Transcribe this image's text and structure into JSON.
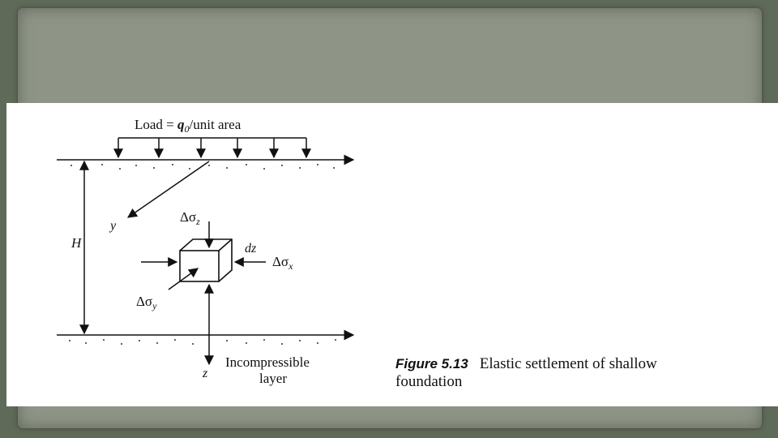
{
  "figure": {
    "load_prefix": "Load = ",
    "load_symbol": "q",
    "load_subscript": "0",
    "load_suffix": "/unit area",
    "label_H": "H",
    "label_y": "y",
    "label_z": "z",
    "label_dz": "dz",
    "delta_sigma_z": "Δσ",
    "delta_sigma_z_sub": "z",
    "delta_sigma_x": "Δσ",
    "delta_sigma_x_sub": "x",
    "delta_sigma_y": "Δσ",
    "delta_sigma_y_sub": "y",
    "bottom_layer_line1": "Incompressible",
    "bottom_layer_line2": "layer"
  },
  "caption": {
    "number": "Figure 5.13",
    "text_line1": "Elastic settlement of shallow",
    "text_line2": "foundation"
  }
}
